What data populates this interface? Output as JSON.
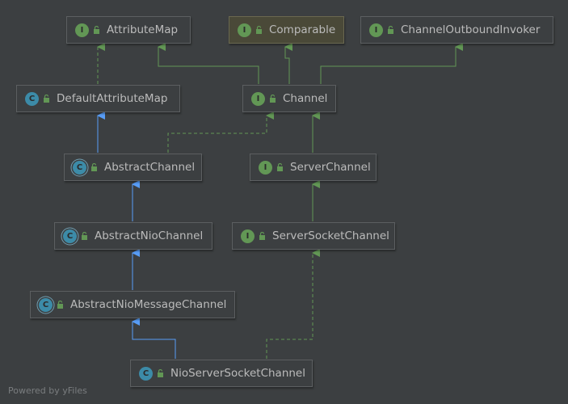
{
  "nodes": {
    "attribute_map": {
      "kind": "interface",
      "badge": "I",
      "label": "AttributeMap"
    },
    "comparable": {
      "kind": "interface",
      "badge": "I",
      "label": "Comparable"
    },
    "channel_outbound_invoker": {
      "kind": "interface",
      "badge": "I",
      "label": "ChannelOutboundInvoker"
    },
    "default_attribute_map": {
      "kind": "class",
      "badge": "C",
      "label": "DefaultAttributeMap"
    },
    "channel": {
      "kind": "interface",
      "badge": "I",
      "label": "Channel"
    },
    "abstract_channel": {
      "kind": "abstract-class",
      "badge": "C",
      "label": "AbstractChannel"
    },
    "server_channel": {
      "kind": "interface",
      "badge": "I",
      "label": "ServerChannel"
    },
    "abstract_nio_channel": {
      "kind": "abstract-class",
      "badge": "C",
      "label": "AbstractNioChannel"
    },
    "server_socket_channel": {
      "kind": "interface",
      "badge": "I",
      "label": "ServerSocketChannel"
    },
    "abstract_nio_message_channel": {
      "kind": "abstract-class",
      "badge": "C",
      "label": "AbstractNioMessageChannel"
    },
    "nio_server_socket_channel": {
      "kind": "class",
      "badge": "C",
      "label": "NioServerSocketChannel"
    }
  },
  "edges": [
    {
      "from": "default_attribute_map",
      "to": "attribute_map",
      "type": "implements"
    },
    {
      "from": "channel",
      "to": "attribute_map",
      "type": "extends-interface"
    },
    {
      "from": "channel",
      "to": "comparable",
      "type": "extends-interface"
    },
    {
      "from": "channel",
      "to": "channel_outbound_invoker",
      "type": "extends-interface"
    },
    {
      "from": "abstract_channel",
      "to": "default_attribute_map",
      "type": "extends"
    },
    {
      "from": "abstract_channel",
      "to": "channel",
      "type": "implements"
    },
    {
      "from": "server_channel",
      "to": "channel",
      "type": "extends-interface"
    },
    {
      "from": "abstract_nio_channel",
      "to": "abstract_channel",
      "type": "extends"
    },
    {
      "from": "server_socket_channel",
      "to": "server_channel",
      "type": "extends-interface"
    },
    {
      "from": "abstract_nio_message_channel",
      "to": "abstract_nio_channel",
      "type": "extends"
    },
    {
      "from": "nio_server_socket_channel",
      "to": "abstract_nio_message_channel",
      "type": "extends"
    },
    {
      "from": "nio_server_socket_channel",
      "to": "server_socket_channel",
      "type": "implements"
    }
  ],
  "colors": {
    "background": "#3c3f41",
    "interface_badge": "#629755",
    "class_badge": "#3c8ba8",
    "extends_edge": "#589df6",
    "implements_edge": "#629755",
    "highlight_node": "#4a4938"
  },
  "footer": "Powered by yFiles"
}
